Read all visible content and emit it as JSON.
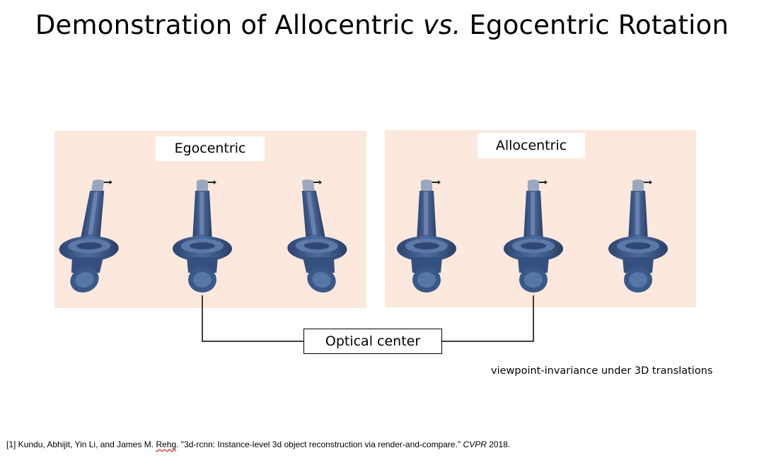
{
  "title": {
    "part1": "Demonstration of Allocentric ",
    "italic": "vs.",
    "part2": " Egocentric Rotation"
  },
  "panels": {
    "egocentric_label": "Egocentric",
    "allocentric_label": "Allocentric"
  },
  "icons": {
    "object": "3d-gripper-object-icon"
  },
  "colors": {
    "panel_background": "#fce8dd",
    "object_body": "#3d5a8a",
    "object_highlight": "#8aa0c0"
  },
  "optical_center_label": "Optical center",
  "note": "viewpoint-invariance under 3D translations",
  "reference": {
    "prefix": "[1] Kundu, Abhijit, Yin Li, and James M. ",
    "misspelled": "Rehg",
    "middle": ". \"3d-rcnn: Instance-level 3d object reconstruction via render-and-compare.\" ",
    "venue": "CVPR",
    "year": " 2018."
  }
}
